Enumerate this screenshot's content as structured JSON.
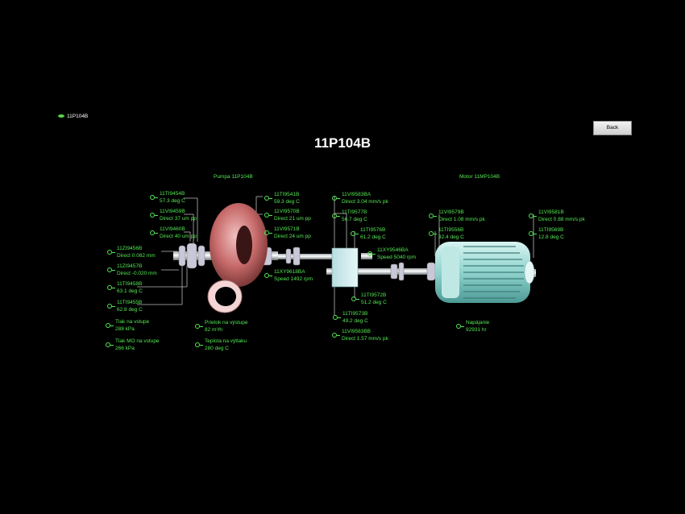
{
  "legend": {
    "label": "11P104B"
  },
  "header": {
    "title": "11P104B",
    "back_label": "Back"
  },
  "sections": {
    "pump": "Pumpa 11P104B",
    "motor": "Motor 11MP104B"
  },
  "tags": [
    {
      "id": "11TI9454B",
      "value": "57.3 deg C"
    },
    {
      "id": "11VI9459B",
      "value": "Direct 37 um pp"
    },
    {
      "id": "11VI9460B",
      "value": "Direct 40 um pp"
    },
    {
      "id": "11ZI9456B",
      "value": "Direct 0.082 mm"
    },
    {
      "id": "11ZI9457B",
      "value": "Direct -0.020 mm"
    },
    {
      "id": "11TI9458B",
      "value": "63.1 deg C"
    },
    {
      "id": "11TI9455B",
      "value": "62.8 deg C"
    },
    {
      "id": "Tlak na vstupe",
      "value": "288 kPa"
    },
    {
      "id": "Tlak MO na vstupe",
      "value": "266 kPa"
    },
    {
      "id": "11TI9541B",
      "value": "59.3 deg C"
    },
    {
      "id": "11VI9570B",
      "value": "Direct 21 um pp"
    },
    {
      "id": "11VI9571B",
      "value": "Direct 24 um pp"
    },
    {
      "id": "11XY9618BA",
      "value": "Speed 1492 rpm"
    },
    {
      "id": "Prietok na výstupe",
      "value": "82 m³/h"
    },
    {
      "id": "Teplota na výtlaku",
      "value": "280 deg C"
    },
    {
      "id": "11VI9583BA",
      "value": "Direct 3.04 mm/s pk"
    },
    {
      "id": "11TI9577B",
      "value": "56.7 deg C"
    },
    {
      "id": "11TI9576B",
      "value": "61.2 deg C"
    },
    {
      "id": "11XY9546BA",
      "value": "Speed 5040 rpm"
    },
    {
      "id": "11TI9572B",
      "value": "51.2 deg C"
    },
    {
      "id": "11TI9573B",
      "value": "49.2 deg C"
    },
    {
      "id": "11VI9583BB",
      "value": "Direct 1.57 mm/s pk"
    },
    {
      "id": "11VI9579B",
      "value": "Direct 1.08 mm/s pk"
    },
    {
      "id": "11TI9556B",
      "value": "32.4 deg C"
    },
    {
      "id": "11VI9581B",
      "value": "Direct 0.88 mm/s pk"
    },
    {
      "id": "11TI9569B",
      "value": "12.8 deg C"
    },
    {
      "id": "Napájanie",
      "value": "92931 hr"
    }
  ],
  "colors": {
    "tag_text": "#54e854",
    "pump": "#d88a8a",
    "motor": "#a9e0dc",
    "background": "#000000"
  }
}
